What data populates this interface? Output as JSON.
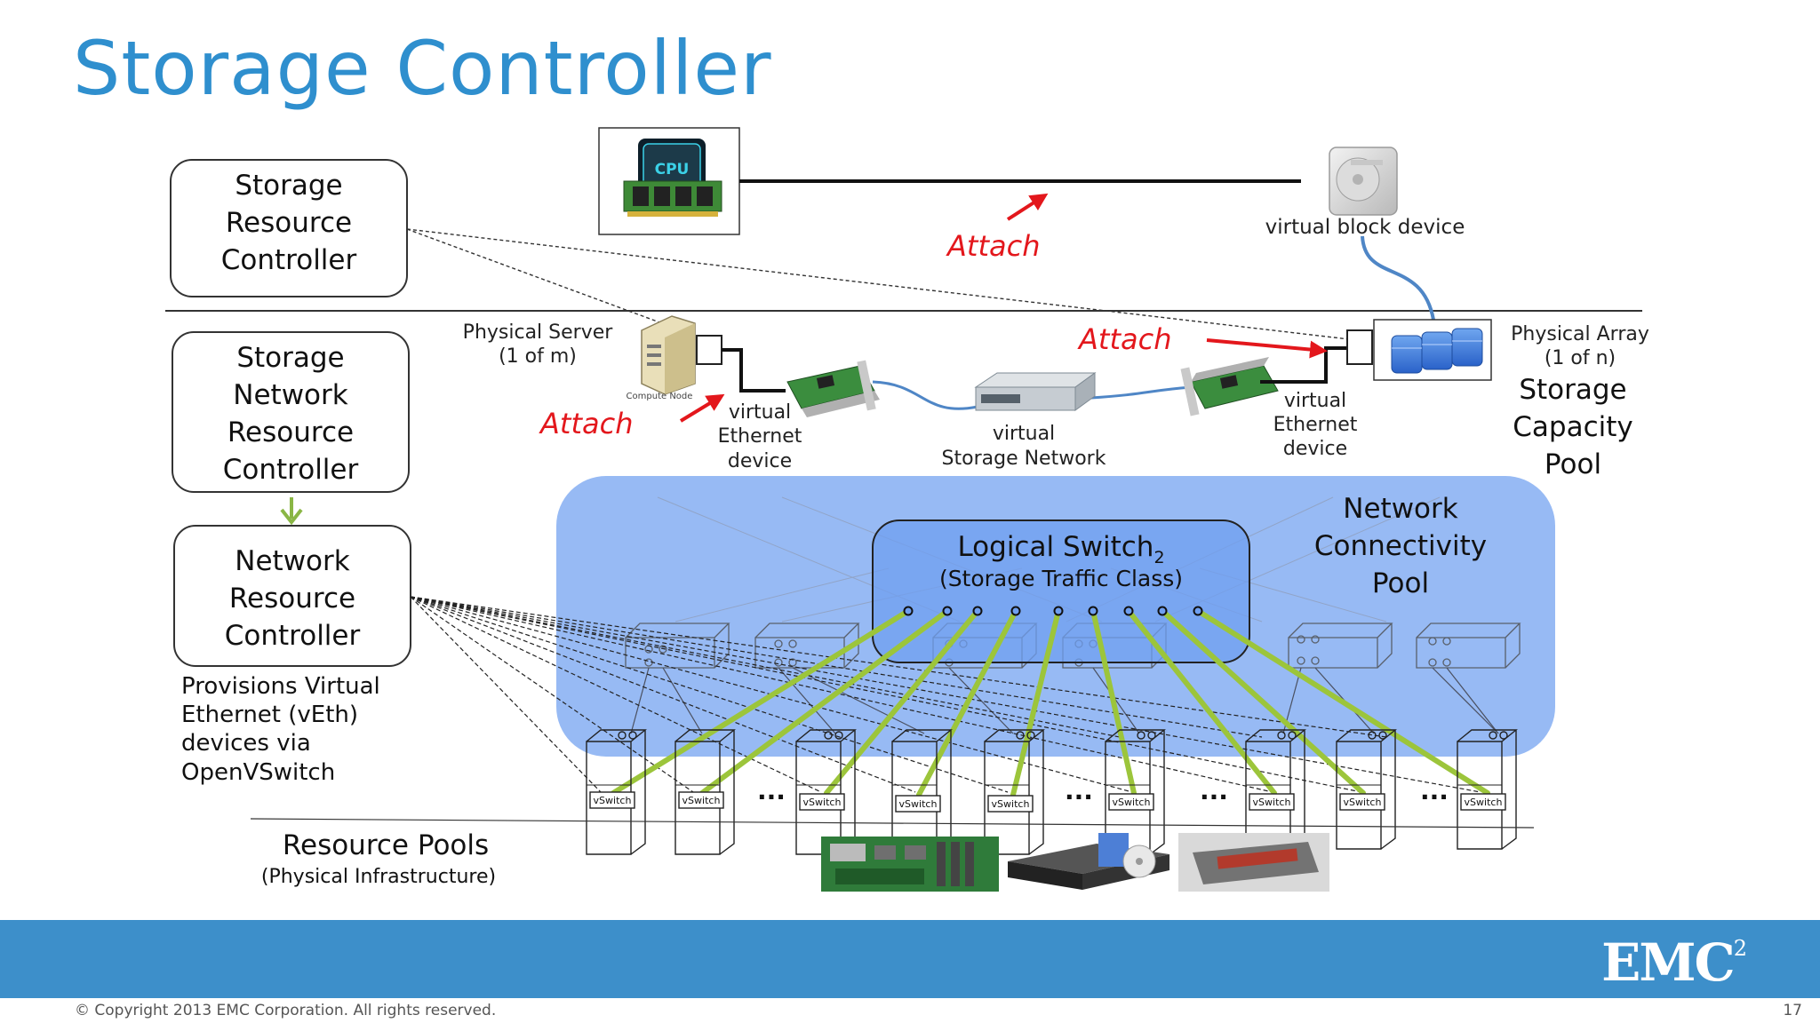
{
  "slide": {
    "title": "Storage Controller",
    "page_number": "17",
    "copyright": "© Copyright 2013 EMC Corporation. All rights reserved.",
    "brand": "EMC",
    "brand_superscript": "2"
  },
  "controllers": {
    "storage_resource": [
      "Storage",
      "Resource",
      "Controller"
    ],
    "storage_network_resource": [
      "Storage",
      "Network",
      "Resource",
      "Controller"
    ],
    "network_resource": [
      "Network",
      "Resource",
      "Controller"
    ],
    "provisions_note": [
      "Provisions Virtual",
      "Ethernet (vEth)",
      "devices via",
      "OpenVSwitch"
    ]
  },
  "top": {
    "cpu_label": "CPU",
    "attach_label": "Attach",
    "virtual_block_device": "virtual block device"
  },
  "middle": {
    "physical_server": [
      "Physical Server",
      "(1 of m)"
    ],
    "compute_node": "Compute Node",
    "attach_left": "Attach",
    "attach_right": "Attach",
    "virtual_ethernet_left": [
      "virtual",
      "Ethernet",
      "device"
    ],
    "virtual_storage_network": [
      "virtual",
      "Storage Network"
    ],
    "virtual_ethernet_right": [
      "virtual",
      "Ethernet",
      "device"
    ],
    "physical_array": [
      "Physical Array",
      "(1 of n)"
    ],
    "storage_capacity_pool": [
      "Storage",
      "Capacity",
      "Pool"
    ]
  },
  "network_pool": {
    "title": [
      "Network",
      "Connectivity",
      "Pool"
    ],
    "logical_switch": "Logical Switch",
    "logical_switch_subscript": "2",
    "traffic_class": "(Storage Traffic Class)",
    "vswitch_label": "vSwitch",
    "ellipsis": "..."
  },
  "resource_pools": {
    "title": "Resource Pools",
    "subtitle": "(Physical Infrastructure)"
  },
  "colors": {
    "title_blue": "#2f8fce",
    "footer_blue": "#3d8fca",
    "attach_red": "#e3171c",
    "pool_blue": "#6f9ff0",
    "link_green": "#9cc53b",
    "arrow_green": "#8ab645"
  }
}
